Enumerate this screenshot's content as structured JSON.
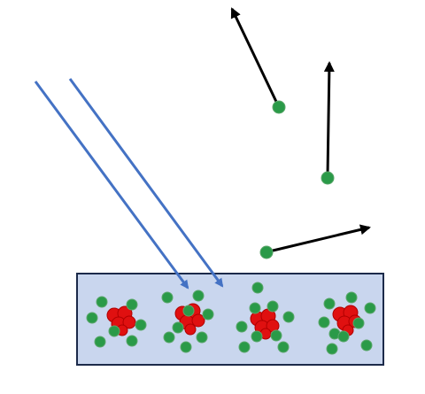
{
  "colors": {
    "background": "#ffffff",
    "substrate_fill": "#c9d6ee",
    "substrate_stroke": "#1c2a4a",
    "incident_beam": "#4472c4",
    "particle_fill": "#2a9a48",
    "particle_stroke": "#5aa66a",
    "cluster_core": "#e01010",
    "cluster_core_dark": "#b00000",
    "trajectory": "#000000"
  },
  "elements": {
    "incident_beams": 2,
    "substrate_clusters": 4,
    "ejected_particles": 3
  }
}
